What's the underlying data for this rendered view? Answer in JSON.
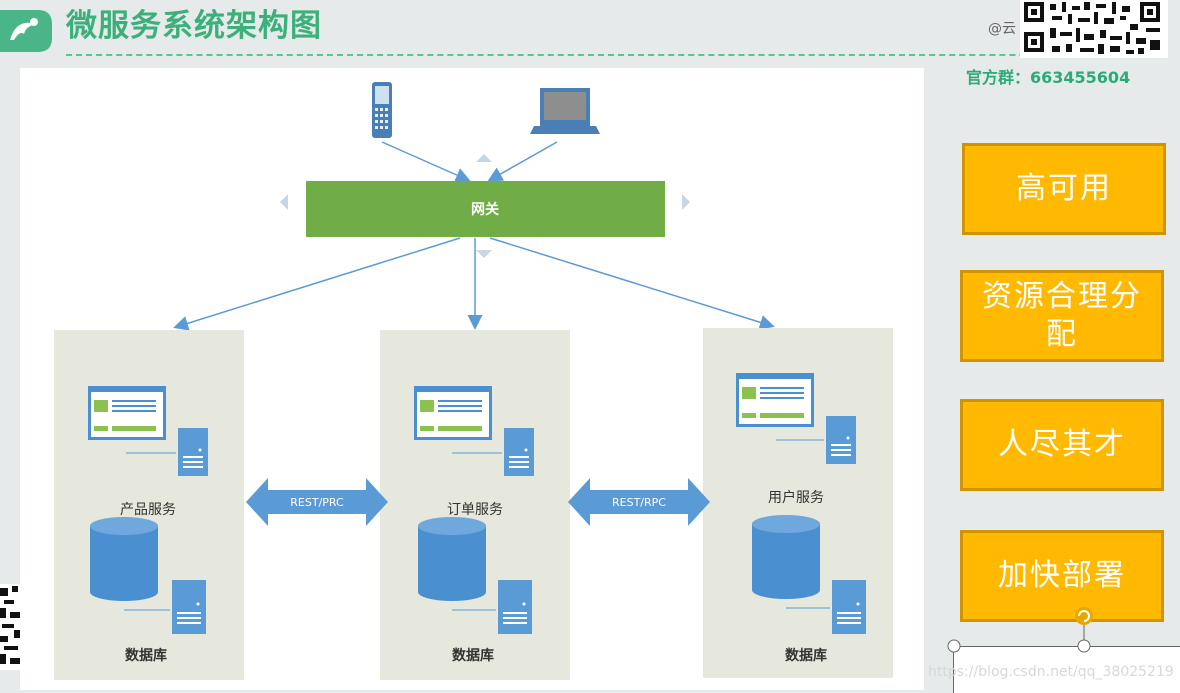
{
  "header": {
    "title": "微服务系统架构图",
    "watermark_at": "@云",
    "group": "官方群：663455604"
  },
  "diagram": {
    "gateway": "网关",
    "services": [
      {
        "name": "产品服务",
        "db": "数据库"
      },
      {
        "name": "订单服务",
        "db": "数据库"
      },
      {
        "name": "用户服务",
        "db": "数据库"
      }
    ],
    "links": [
      "REST/PRC",
      "REST/RPC"
    ]
  },
  "benefits": [
    "高可用",
    "资源合理分配",
    "人尽其才",
    "加快部署"
  ],
  "footer": {
    "url": "https://blog.csdn.net/qq_38025219"
  },
  "colors": {
    "title_green": "#3bb07a",
    "gateway_green": "#70ad47",
    "service_panel": "#e6e8dd",
    "arrow_blue": "#5b9bd5",
    "box_orange": "#ffb900"
  }
}
